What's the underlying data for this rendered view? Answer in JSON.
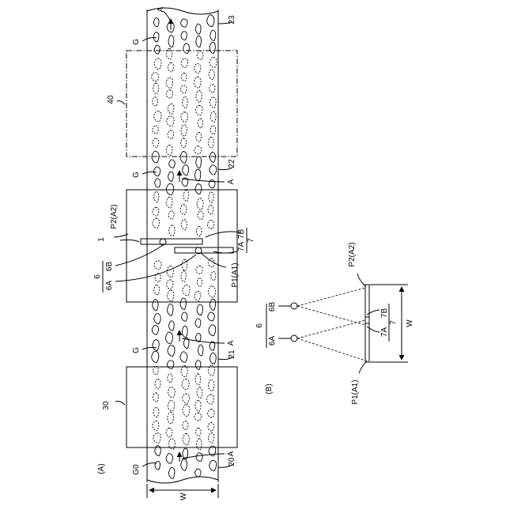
{
  "figure": {
    "part_a_label": "(A)",
    "part_b_label": "(B)",
    "web": {
      "width_label": "W",
      "section_labels": [
        "20",
        "21",
        "22",
        "23"
      ],
      "gap_label": "G",
      "gap_label_start": "G0",
      "arrow_label": "A"
    },
    "units": [
      {
        "id": "30",
        "label": "30"
      },
      {
        "id": "1",
        "label": "1"
      },
      {
        "id": "40",
        "label": "40"
      }
    ],
    "sensor_unit": {
      "label_6": "6",
      "label_6A": "6A",
      "label_6B": "6B",
      "label_7": "7",
      "label_7A": "7A",
      "label_7B": "7B",
      "label_p1": "P1(A1)",
      "label_p2": "P2(A2)"
    },
    "detail": {
      "label_6": "6",
      "label_6A": "6A",
      "label_6B": "6B",
      "label_7": "7",
      "label_7A": "7A",
      "label_7B": "7B",
      "label_p1": "P1(A1)",
      "label_p2": "P2(A2)",
      "width_label": "W"
    }
  }
}
